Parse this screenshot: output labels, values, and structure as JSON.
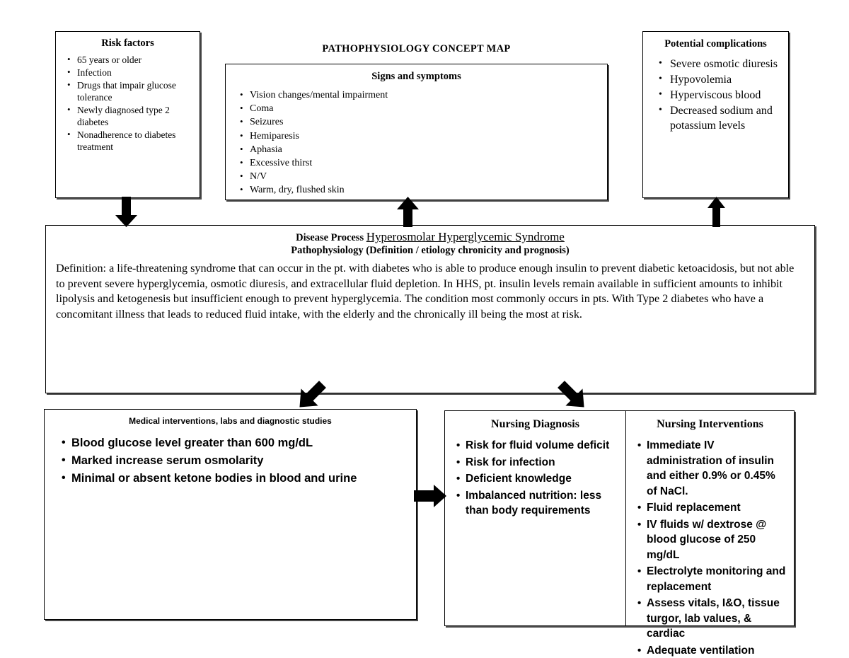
{
  "page": {
    "title": "PATHOPHYSIOLOGY CONCEPT MAP"
  },
  "risk_factors": {
    "title": "Risk factors",
    "items": [
      "65 years or older",
      "Infection",
      "Drugs that impair glucose tolerance",
      "Newly diagnosed type 2 diabetes",
      "Nonadherence to diabetes treatment"
    ]
  },
  "signs_and_symptoms": {
    "title": "Signs and symptoms",
    "items": [
      "Vision changes/mental impairment",
      "Coma",
      "Seizures",
      "Hemiparesis",
      "Aphasia",
      "Excessive thirst",
      "N/V",
      "Warm, dry, flushed skin"
    ]
  },
  "potential_complications": {
    "title": "Potential complications",
    "items": [
      "Severe osmotic diuresis",
      "Hypovolemia",
      "Hyperviscous blood",
      "Decreased sodium and potassium levels"
    ]
  },
  "disease_process": {
    "label": "Disease Process",
    "value": "Hyperosmolar Hyperglycemic Syndrome",
    "subtitle": "Pathophysiology (Definition / etiology chronicity and prognosis)",
    "definition": "Definition: a life-threatening syndrome that can occur in the pt. with diabetes who is able to produce enough insulin to prevent diabetic ketoacidosis, but not able to prevent severe hyperglycemia, osmotic diuresis, and extracellular fluid depletion. In HHS, pt. insulin levels remain available in sufficient amounts to inhibit lipolysis and ketogenesis but insufficient enough to prevent hyperglycemia. The condition most commonly occurs in pts. With Type 2 diabetes who have a concomitant illness that leads to reduced fluid intake, with the elderly and the chronically ill being the most at risk."
  },
  "medical_interventions": {
    "title": "Medical interventions, labs and diagnostic studies",
    "items": [
      "Blood glucose level greater than 600 mg/dL",
      "Marked increase serum osmolarity",
      "Minimal or absent ketone bodies in blood and urine"
    ]
  },
  "nursing_diagnosis": {
    "title": "Nursing Diagnosis",
    "items": [
      "Risk for fluid volume deficit",
      "Risk for infection",
      "Deficient knowledge",
      "Imbalanced nutrition: less than body requirements"
    ]
  },
  "nursing_interventions": {
    "title": "Nursing Interventions",
    "items": [
      "Immediate IV administration of insulin and either 0.9% or 0.45% of NaCl.",
      "Fluid replacement",
      "IV fluids w/ dextrose @ blood glucose of 250 mg/dL",
      "Electrolyte monitoring and replacement",
      "Assess vitals, I&O, tissue turgor, lab values, & cardiac",
      "Adequate ventilation"
    ]
  },
  "connectors": [
    {
      "name": "risk-factors-to-disease",
      "direction": "down"
    },
    {
      "name": "disease-to-signs",
      "direction": "up"
    },
    {
      "name": "disease-to-complications",
      "direction": "up"
    },
    {
      "name": "disease-to-medical",
      "direction": "down-left"
    },
    {
      "name": "disease-to-nursing",
      "direction": "down-right"
    },
    {
      "name": "medical-to-nursing-diagnosis",
      "direction": "right"
    }
  ],
  "colors": {
    "ink": "#000000",
    "paper": "#ffffff",
    "box_shadow": "#4a4a4a"
  }
}
